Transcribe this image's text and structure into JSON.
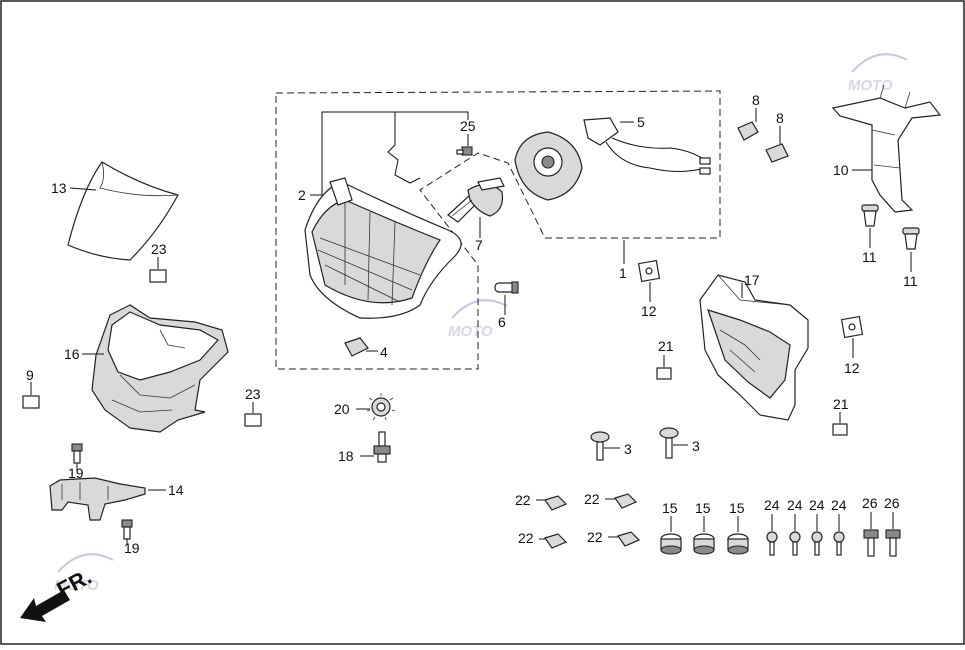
{
  "callouts": [
    {
      "id": "c1",
      "label": "1"
    },
    {
      "id": "c2",
      "label": "2"
    },
    {
      "id": "c3a",
      "label": "3"
    },
    {
      "id": "c3b",
      "label": "3"
    },
    {
      "id": "c4",
      "label": "4"
    },
    {
      "id": "c5",
      "label": "5"
    },
    {
      "id": "c6",
      "label": "6"
    },
    {
      "id": "c7",
      "label": "7"
    },
    {
      "id": "c8a",
      "label": "8"
    },
    {
      "id": "c8b",
      "label": "8"
    },
    {
      "id": "c9",
      "label": "9"
    },
    {
      "id": "c10",
      "label": "10"
    },
    {
      "id": "c11a",
      "label": "11"
    },
    {
      "id": "c11b",
      "label": "11"
    },
    {
      "id": "c12a",
      "label": "12"
    },
    {
      "id": "c12b",
      "label": "12"
    },
    {
      "id": "c13",
      "label": "13"
    },
    {
      "id": "c14",
      "label": "14"
    },
    {
      "id": "c15a",
      "label": "15"
    },
    {
      "id": "c15b",
      "label": "15"
    },
    {
      "id": "c15c",
      "label": "15"
    },
    {
      "id": "c16",
      "label": "16"
    },
    {
      "id": "c17",
      "label": "17"
    },
    {
      "id": "c18",
      "label": "18"
    },
    {
      "id": "c19a",
      "label": "19"
    },
    {
      "id": "c19b",
      "label": "19"
    },
    {
      "id": "c20",
      "label": "20"
    },
    {
      "id": "c21a",
      "label": "21"
    },
    {
      "id": "c21b",
      "label": "21"
    },
    {
      "id": "c22a",
      "label": "22"
    },
    {
      "id": "c22b",
      "label": "22"
    },
    {
      "id": "c22c",
      "label": "22"
    },
    {
      "id": "c22d",
      "label": "22"
    },
    {
      "id": "c23a",
      "label": "23"
    },
    {
      "id": "c23b",
      "label": "23"
    },
    {
      "id": "c24a",
      "label": "24"
    },
    {
      "id": "c24b",
      "label": "24"
    },
    {
      "id": "c24c",
      "label": "24"
    },
    {
      "id": "c24d",
      "label": "24"
    },
    {
      "id": "c25",
      "label": "25"
    },
    {
      "id": "c26a",
      "label": "26"
    },
    {
      "id": "c26b",
      "label": "26"
    }
  ],
  "direction": {
    "label": "FR."
  },
  "watermark": {
    "text": "MOTO"
  }
}
